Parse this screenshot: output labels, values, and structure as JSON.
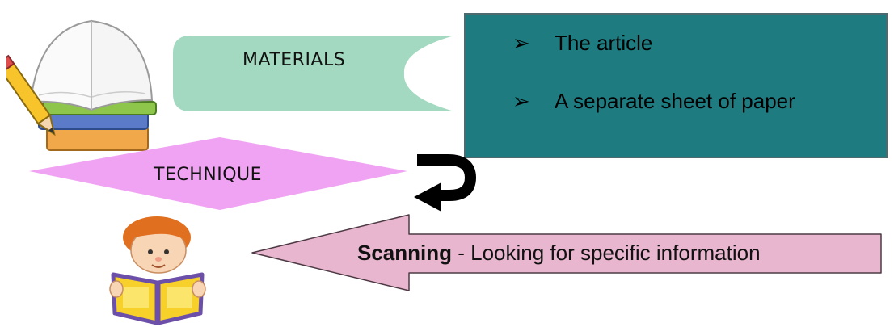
{
  "materials": {
    "label": "MATERIALS",
    "fill": "#a3d9c1",
    "items": [
      {
        "marker": "➢",
        "text": "The article"
      },
      {
        "marker": "➢",
        "text": "A separate sheet of paper"
      }
    ],
    "box_fill": "#1e7b80",
    "box_border": "#4d6a6e"
  },
  "technique": {
    "label": "TECHNIQUE",
    "fill": "#f0a3f2"
  },
  "scanning": {
    "bold": "Scanning",
    "rest": " - Looking for specific information",
    "fill": "#e9b6cf",
    "stroke": "#4d3a44"
  },
  "icons": {
    "books": "open-book-stack-with-pencil-icon",
    "reader": "boy-reading-book-icon",
    "turn_arrow": "curved-u-turn-arrow-icon"
  }
}
